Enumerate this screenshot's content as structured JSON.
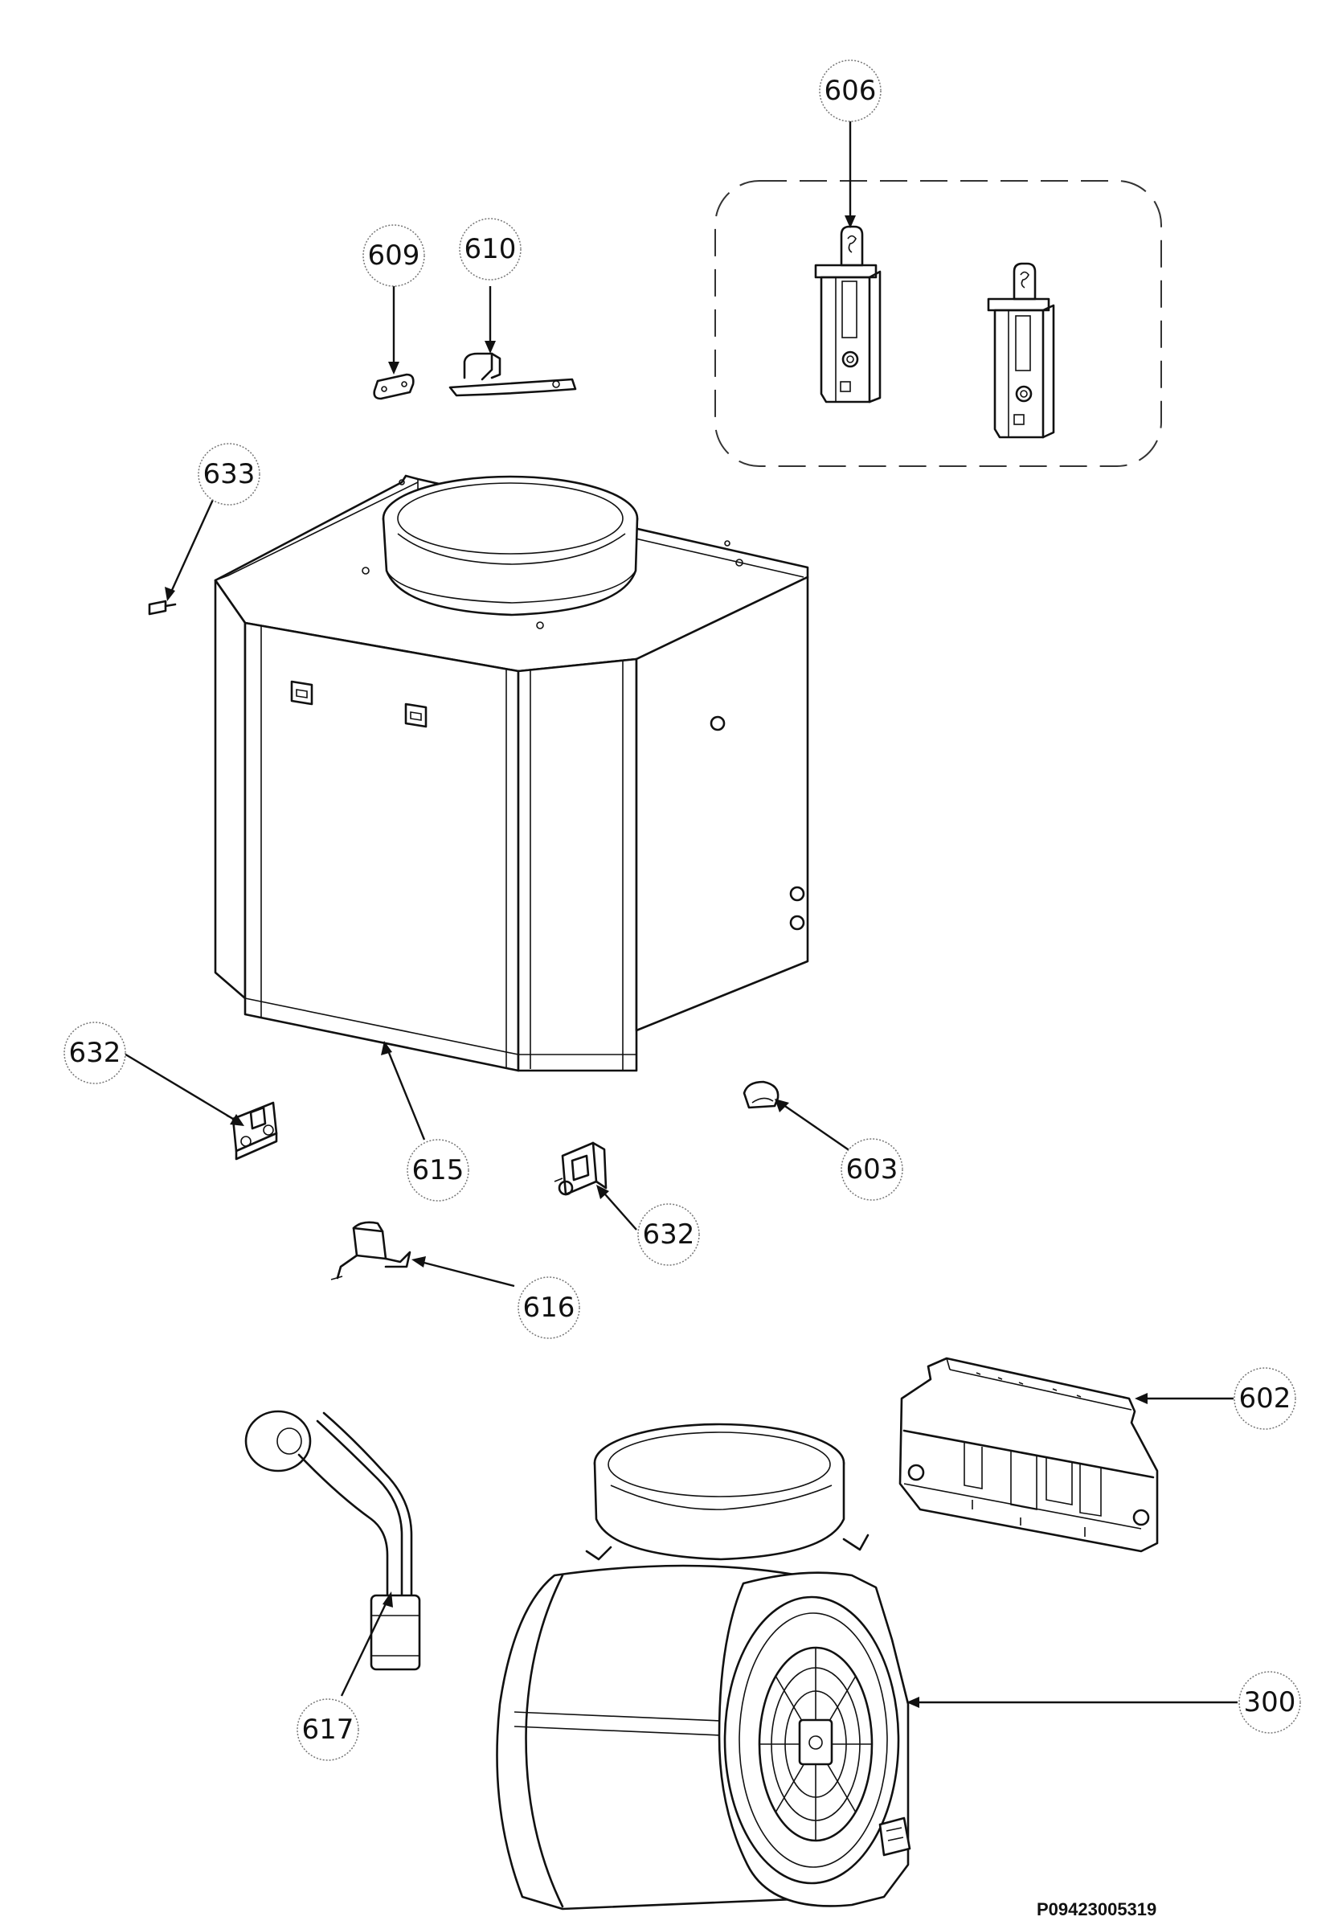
{
  "document_code": "P09423005319",
  "callouts": [
    {
      "id": "c606",
      "label": "606"
    },
    {
      "id": "c609",
      "label": "609"
    },
    {
      "id": "c610",
      "label": "610"
    },
    {
      "id": "c633",
      "label": "633"
    },
    {
      "id": "c632a",
      "label": "632"
    },
    {
      "id": "c615",
      "label": "615"
    },
    {
      "id": "c632b",
      "label": "632"
    },
    {
      "id": "c603",
      "label": "603"
    },
    {
      "id": "c616",
      "label": "616"
    },
    {
      "id": "c602",
      "label": "602"
    },
    {
      "id": "c300",
      "label": "300"
    },
    {
      "id": "c617",
      "label": "617"
    }
  ]
}
